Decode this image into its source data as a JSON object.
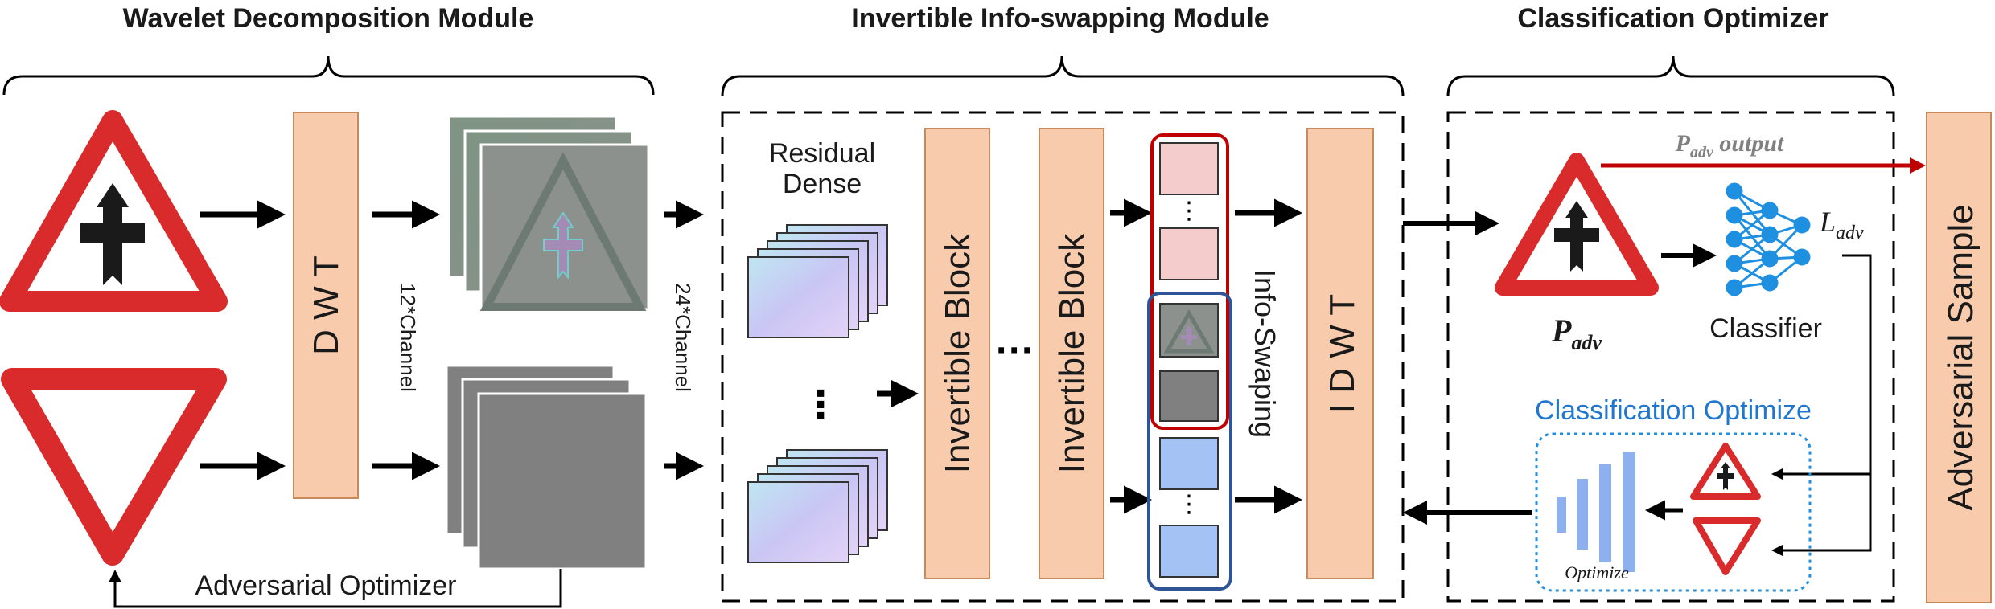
{
  "modules": {
    "wavelet_title": "Wavelet Decomposition Module",
    "invertible_title": "Invertible Info-swapping Module",
    "classification_title": "Classification Optimizer"
  },
  "wavelet": {
    "dwt_label": "D W T",
    "channel_12": "12*Channel",
    "adversarial_optimizer": "Adversarial Optimizer"
  },
  "invertible": {
    "residual_line1": "Residual",
    "residual_line2": "Dense",
    "channel_24": "24*Channel",
    "block1": "Invertible Block",
    "block2": "Invertible Block",
    "ellipsis_h": "···",
    "ellipsis_v": "⋮",
    "cell_ellipsis": "⋮",
    "info_swaping": "Info-Swaping",
    "idwt_label": "I D W T"
  },
  "classifier_section": {
    "p_output_base": "P",
    "p_output_sub": "adv",
    "p_output_suffix": " output",
    "p_adv_base": "P",
    "p_adv_sub": "adv",
    "l_adv_base": "L",
    "l_adv_sub": "adv",
    "classifier": "Classifier",
    "classification_optimize": "Classification Optimize",
    "optimize": "Optimize",
    "adversarial_sample": "Adversarial Sample"
  },
  "colors": {
    "orange_block": "#f8cbad",
    "orange_border": "#c58a5d",
    "red": "#c00000",
    "blue_border": "#2f5597",
    "blue_accent": "#1f77d0",
    "pink_cell": "#f4cccc",
    "blue_cell": "#a4c2f4",
    "gray_map": "#808080",
    "sign_red": "#d92b2b"
  }
}
